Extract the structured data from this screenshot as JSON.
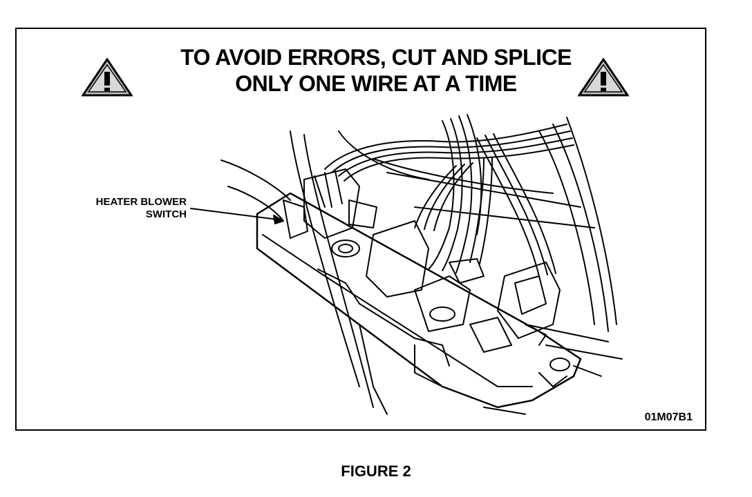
{
  "warning": {
    "line1": "TO AVOID ERRORS, CUT AND SPLICE",
    "line2": "ONLY ONE WIRE AT A TIME",
    "icon": "warning-triangle-icon"
  },
  "callout": {
    "line1": "HEATER BLOWER",
    "line2": "SWITCH"
  },
  "figure_code": "01M07B1",
  "caption": "FIGURE 2"
}
